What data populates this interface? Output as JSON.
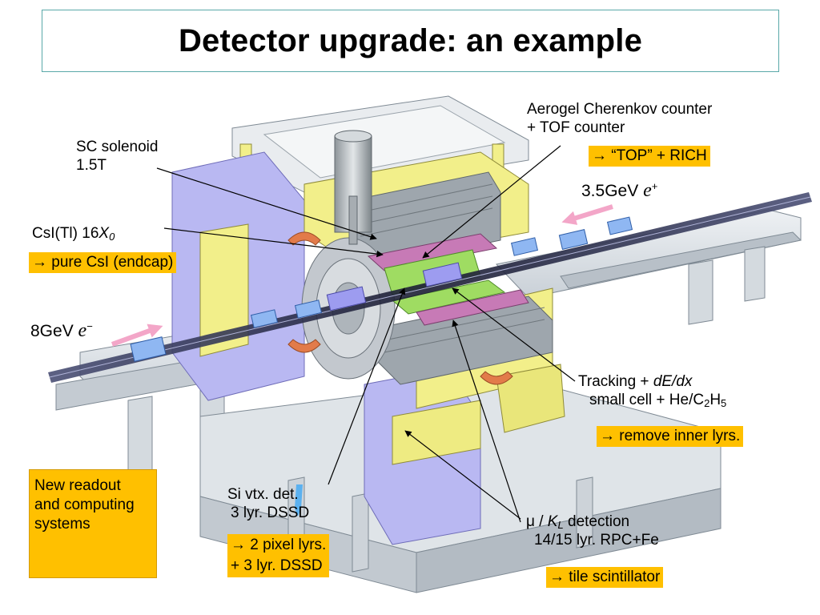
{
  "title": "Detector upgrade: an example",
  "labels": {
    "sc_solenoid_1": "SC solenoid",
    "sc_solenoid_2": "1.5T",
    "csi_prefix": "CsI(Tl) 16",
    "csi_x": "X",
    "csi_sub": "0",
    "csi_upgrade": "→ pure CsI (endcap)",
    "aerogel_1": "Aerogel Cherenkov counter",
    "aerogel_2": "+ TOF counter",
    "aerogel_upgrade": "→ “TOP” + RICH",
    "beam_positron_energy": "3.5GeV",
    "beam_positron_particle": "e",
    "beam_positron_charge": "+",
    "beam_electron_energy": "8GeV",
    "beam_electron_particle": "e",
    "beam_electron_charge": "−",
    "tracking_prefix": "Tracking + ",
    "tracking_dedx": "dE/dx",
    "tracking_cell_prefix": "small cell + He/C",
    "tracking_sub1": "2",
    "tracking_mid": "H",
    "tracking_sub2": "5",
    "tracking_upgrade": "→ remove inner lyrs.",
    "readout": "New readout and computing systems",
    "si_vtx_1": "Si vtx. det.",
    "si_vtx_2": "3 lyr. DSSD",
    "si_upgrade_1": "→ 2 pixel lyrs.",
    "si_upgrade_2": "+ 3 lyr. DSSD",
    "muon_prefix": "μ / ",
    "muon_k": "K",
    "muon_sub": "L",
    "muon_suffix": " detection",
    "muon_2": "14/15 lyr. RPC+Fe",
    "muon_upgrade": "→ tile scintillator"
  },
  "colors": {
    "highlight": "#ffc000",
    "yoke_yellow": "#f2ef8a",
    "yoke_purple": "#b9b8f2",
    "beam_arrow": "#f3a6c8",
    "frame_gray": "#d8dde2",
    "title_border": "#5aa9a9"
  }
}
